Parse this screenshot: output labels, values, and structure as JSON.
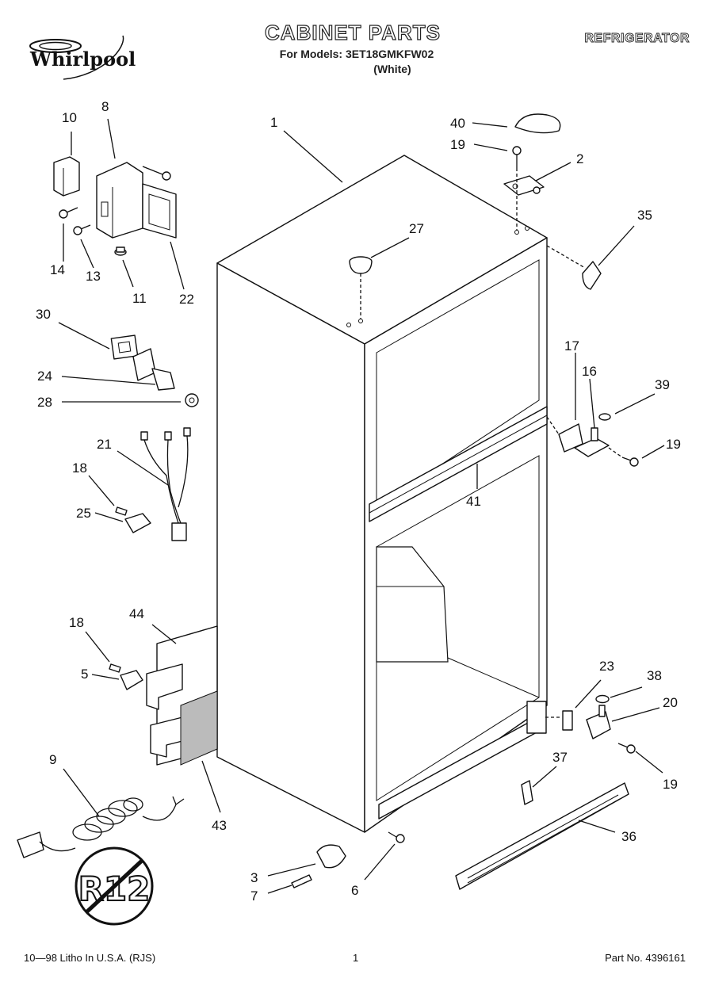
{
  "header": {
    "title": "CABINET PARTS",
    "models": "For Models: 3ET18GMKFW02",
    "color": "(White)",
    "appliance": "REFRIGERATOR",
    "brand": "Whirlpool"
  },
  "footer": {
    "litho": "10—98 Litho In U.S.A. (RJS)",
    "page": "1",
    "part_no": "Part No. 4396161"
  },
  "badge": {
    "text": "R12"
  },
  "callouts": {
    "c1": "1",
    "c2": "2",
    "c3": "3",
    "c5": "5",
    "c6": "6",
    "c7": "7",
    "c8": "8",
    "c9": "9",
    "c10": "10",
    "c11": "11",
    "c13": "13",
    "c14": "14",
    "c16": "16",
    "c17": "17",
    "c18a": "18",
    "c18b": "18",
    "c19a": "19",
    "c19b": "19",
    "c19c": "19",
    "c20": "20",
    "c21": "21",
    "c22": "22",
    "c23": "23",
    "c24": "24",
    "c25": "25",
    "c27": "27",
    "c28": "28",
    "c30": "30",
    "c35": "35",
    "c36": "36",
    "c37": "37",
    "c38": "38",
    "c39": "39",
    "c40": "40",
    "c41": "41",
    "c43": "43",
    "c44": "44"
  }
}
